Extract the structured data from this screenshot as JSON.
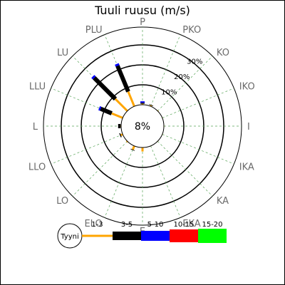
{
  "chart_data": {
    "type": "windrose",
    "title": "Tuuli ruusu (m/s)",
    "center_label": "8%",
    "calm_label": "Tyyni",
    "ring_labels": [
      "10%",
      "20%",
      "30%"
    ],
    "directions": [
      "P",
      "PKO",
      "KO",
      "IKO",
      "I",
      "IKA",
      "KA",
      "EKA",
      "E",
      "ELO",
      "LO",
      "LLO",
      "L",
      "LLU",
      "LU",
      "PLU"
    ],
    "speed_bins": [
      "1-3",
      "3-5",
      "5-10",
      "10-15",
      "15-20"
    ],
    "colors": [
      "#ffa500",
      "#000000",
      "#0000ff",
      "#ff0000",
      "#00ff00"
    ],
    "values": [
      [
        0.5,
        0.5,
        0.7,
        0,
        0
      ],
      [
        0.5,
        0.3,
        0,
        0,
        0
      ],
      [
        0.3,
        0,
        0,
        0,
        0
      ],
      [
        0.2,
        0,
        0,
        0,
        0
      ],
      [
        0.2,
        0,
        0,
        0,
        0
      ],
      [
        0.2,
        0,
        0,
        0,
        0
      ],
      [
        0.2,
        0,
        0,
        0,
        0
      ],
      [
        0.2,
        0,
        0,
        0,
        0
      ],
      [
        2.0,
        0,
        0,
        0,
        0
      ],
      [
        2.0,
        0.3,
        0,
        0,
        0
      ],
      [
        0.5,
        0,
        0,
        0,
        0
      ],
      [
        1.0,
        0.5,
        0,
        0,
        0
      ],
      [
        0.3,
        1.2,
        0,
        0,
        0
      ],
      [
        6.0,
        6.0,
        0.8,
        0,
        0
      ],
      [
        8.5,
        15.0,
        1.0,
        0,
        0
      ],
      [
        8.0,
        14.0,
        1.0,
        0,
        0
      ]
    ]
  }
}
